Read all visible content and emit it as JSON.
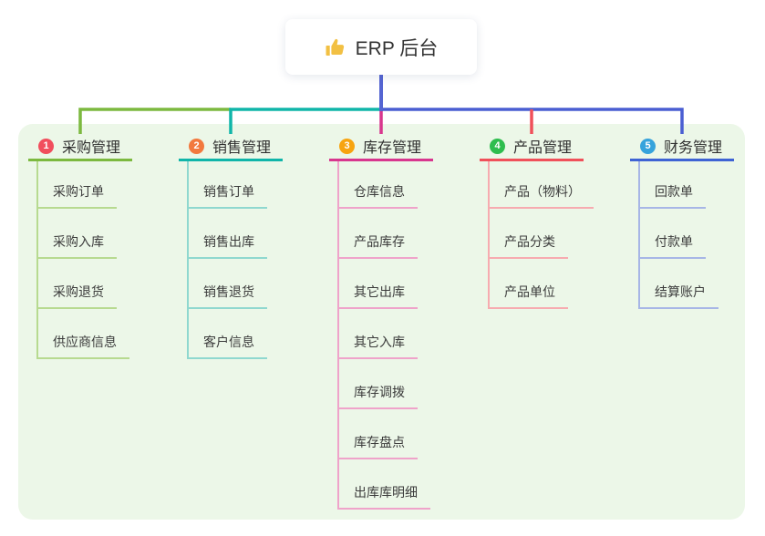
{
  "root": {
    "label": "ERP 后台",
    "icon": "thumbs-up-icon"
  },
  "branches": [
    {
      "number": "1",
      "label": "采购管理",
      "badge_color": "#f14e5d",
      "line_color": "#7cb93f",
      "light_color": "#b7da90",
      "children": [
        "采购订单",
        "采购入库",
        "采购退货",
        "供应商信息"
      ]
    },
    {
      "number": "2",
      "label": "销售管理",
      "badge_color": "#f2793e",
      "line_color": "#10b5a9",
      "light_color": "#8fd8cf",
      "children": [
        "销售订单",
        "销售出库",
        "销售退货",
        "客户信息"
      ]
    },
    {
      "number": "3",
      "label": "库存管理",
      "badge_color": "#f7a410",
      "line_color": "#d8368e",
      "light_color": "#efa3ca",
      "children": [
        "仓库信息",
        "产品库存",
        "其它出库",
        "其它入库",
        "库存调拨",
        "库存盘点",
        "出库库明细"
      ]
    },
    {
      "number": "4",
      "label": "产品管理",
      "badge_color": "#2ebd4e",
      "line_color": "#f0505a",
      "light_color": "#f7abb0",
      "children": [
        "产品（物料）",
        "产品分类",
        "产品单位"
      ]
    },
    {
      "number": "5",
      "label": "财务管理",
      "badge_color": "#36a3dc",
      "line_color": "#3e63d4",
      "light_color": "#a7b6e6",
      "children": [
        "回款单",
        "付款单",
        "结算账户"
      ]
    }
  ],
  "connector_colors": {
    "root_stem": "#5565d2",
    "bus_right": "#4a5ed2"
  },
  "canvas": {
    "background": "#ffffff",
    "panel_background": "#ecf7e8",
    "thumb_color": "#f2c043"
  }
}
